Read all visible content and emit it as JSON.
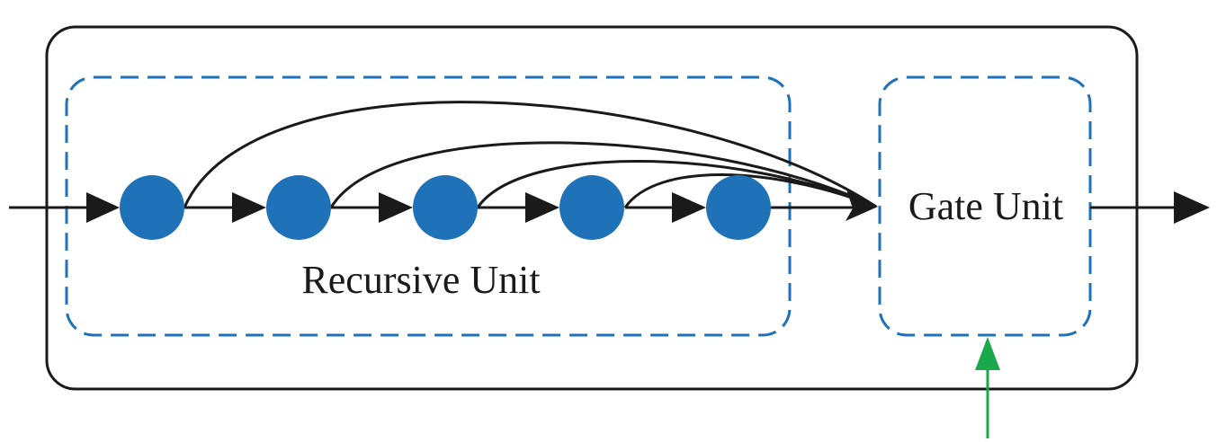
{
  "diagram": {
    "recursive_unit": {
      "label": "Recursive Unit"
    },
    "gate_unit": {
      "label": "Gate Unit"
    },
    "nodes": [
      {
        "id": "node-1"
      },
      {
        "id": "node-2"
      },
      {
        "id": "node-3"
      },
      {
        "id": "node-4"
      },
      {
        "id": "node-5"
      }
    ],
    "colors": {
      "node_fill": "#1f72b8",
      "dashed_border": "#1f72b8",
      "outline": "#1a1a1a",
      "arrow": "#1a1a1a",
      "gate_input_arrow": "#1aa84a"
    }
  }
}
